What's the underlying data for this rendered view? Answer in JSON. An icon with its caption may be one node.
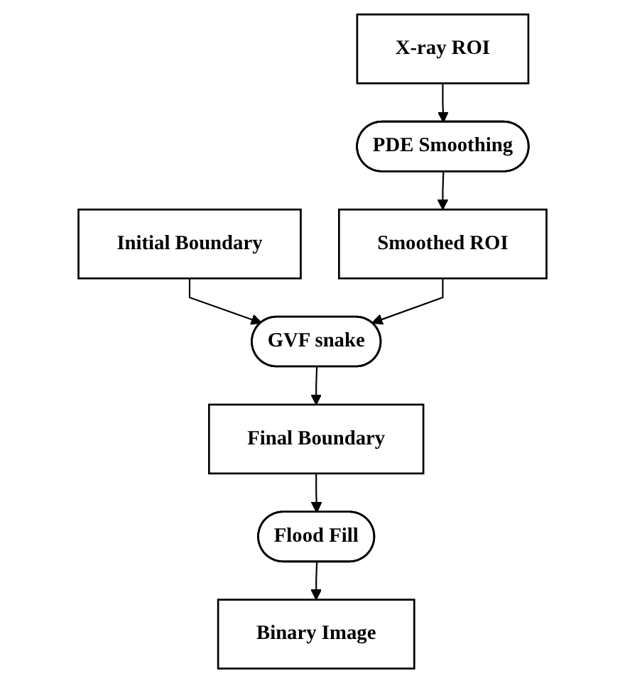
{
  "diagram": {
    "nodes": [
      {
        "text": [
          "X-ray ROI"
        ]
      },
      {
        "text": [
          "PDE Smoothing"
        ]
      },
      {
        "text": [
          "Initial Boundary"
        ]
      },
      {
        "text": [
          "Smoothed ROI"
        ]
      },
      {
        "text": [
          "GVF snake"
        ]
      },
      {
        "text": [
          "Final Boundary"
        ]
      },
      {
        "text": [
          "Flood Fill"
        ]
      },
      {
        "text": [
          "Binary Image"
        ]
      }
    ],
    "edges": [
      {
        "from": 0,
        "to": 1,
        "arrow": "to"
      },
      {
        "from": 1,
        "to": 3,
        "arrow": "to"
      },
      {
        "from": 2,
        "to": 4,
        "arrow": "to"
      },
      {
        "from": 3,
        "to": 4,
        "arrow": "to"
      },
      {
        "from": 4,
        "to": 5,
        "arrow": "to"
      },
      {
        "from": 5,
        "to": 6,
        "arrow": "to"
      },
      {
        "from": 6,
        "to": 7,
        "arrow": "to"
      }
    ]
  }
}
